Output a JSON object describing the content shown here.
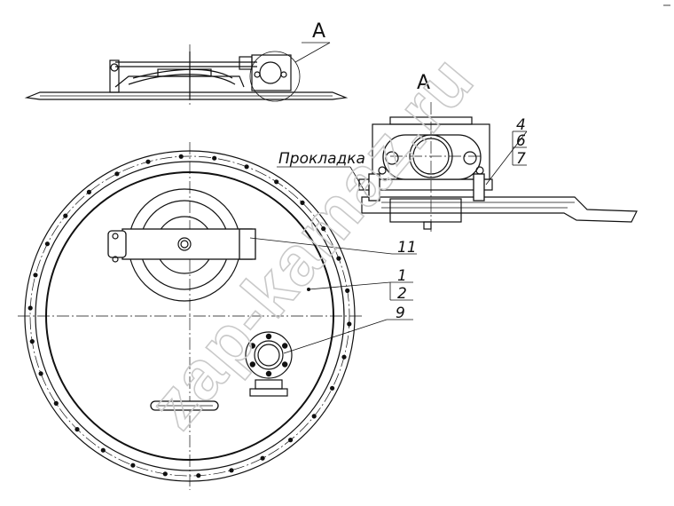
{
  "labels": {
    "view_top": "A",
    "view_detail": "A",
    "gasket": "Прокладка",
    "callout_4": "4",
    "callout_6": "6",
    "callout_7": "7",
    "callout_11": "11",
    "callout_1": "1",
    "callout_2": "2",
    "callout_9": "9"
  },
  "watermark": {
    "text": "zap-kamaz.ru",
    "color": "#c9c9c9"
  },
  "colors": {
    "line": "#111111",
    "background": "#ffffff"
  }
}
